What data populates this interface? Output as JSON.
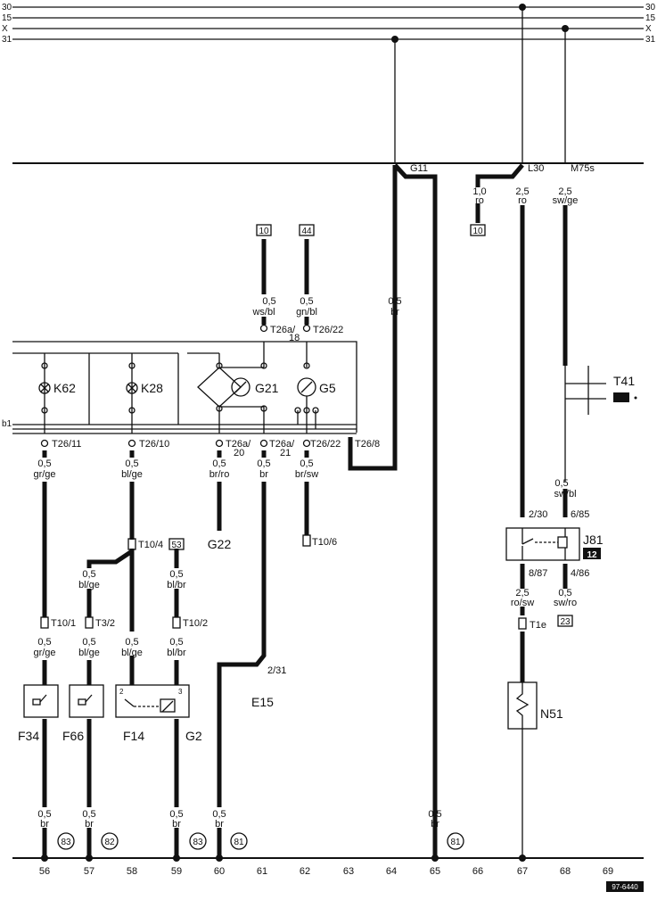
{
  "rails": {
    "r30": "30",
    "r15": "15",
    "rx": "X",
    "r31": "31"
  },
  "top_labels": {
    "g11": "G11",
    "l30": "L30",
    "m75s": "M75s"
  },
  "wire_labels": {
    "w1_0ro_size": "1,0",
    "w1_0ro_color": "ro",
    "w2_5ro_size": "2,5",
    "w2_5ro_color": "ro",
    "w2_5swge_size": "2,5",
    "w2_5swge_color": "sw/ge",
    "w05br_top_size": "0,5",
    "w05br_top_color": "br",
    "w05wsbl_size": "0,5",
    "w05wsbl_color": "ws/bl",
    "w05gnbl_size": "0,5",
    "w05gnbl_color": "gn/bl",
    "w05grge_size": "0,5",
    "w05grge_color": "gr/ge",
    "w05blge_size": "0,5",
    "w05blge_color": "bl/ge",
    "w05brro_size": "0,5",
    "w05brro_color": "br/ro",
    "w05br_g21_size": "0,5",
    "w05br_g21_color": "br",
    "w05brsw_size": "0,5",
    "w05brsw_color": "br/sw",
    "w05blge_b_size": "0,5",
    "w05blge_b_color": "bl/ge",
    "w05blbr_size": "0,5",
    "w05blbr_color": "bl/br",
    "w05grge2_size": "0,5",
    "w05grge2_color": "gr/ge",
    "w05blge2_size": "0,5",
    "w05blge2_color": "bl/ge",
    "w05blge3_size": "0,5",
    "w05blge3_color": "bl/ge",
    "w05blbr2_size": "0,5",
    "w05blbr2_color": "bl/br",
    "w05swbl_size": "0,5",
    "w05swbl_color": "sw/bl",
    "w25rosw_size": "2,5",
    "w25rosw_color": "ro/sw",
    "w05swro_size": "0,5",
    "w05swro_color": "sw/ro",
    "wb56_size": "0,5",
    "wb56_color": "br",
    "wb57_size": "0,5",
    "wb57_color": "br",
    "wb59_size": "0,5",
    "wb59_color": "br",
    "wb60_size": "0,5",
    "wb60_color": "br",
    "wb65_size": "0,5",
    "wb65_color": "br"
  },
  "boxes": {
    "b10a": "10",
    "b10b": "10",
    "b44": "44",
    "b53": "53",
    "b23": "23",
    "b12": "12"
  },
  "connectors": {
    "t26a18_a": "T26a/",
    "t26a18_b": "18",
    "t26_22_top": "T26/22",
    "t26_11": "T26/11",
    "t26_10": "T26/10",
    "t26a20_a": "T26a/",
    "t26a20_b": "20",
    "t26a21_a": "T26a/",
    "t26a21_b": "21",
    "t26_22_bot": "T26/22",
    "t26_8": "T26/8",
    "t10_4": "T10/4",
    "t10_6": "T10/6",
    "t10_1": "T10/1",
    "t3_2": "T3/2",
    "t10_2": "T10/2",
    "t1e": "T1e",
    "p2_31": "2/31",
    "p2_30": "2/30",
    "p6_85": "6/85",
    "p8_87": "8/87",
    "p4_86": "4/86",
    "b1": "b1"
  },
  "components": {
    "k62": "K62",
    "k28": "K28",
    "g21": "G21",
    "g5": "G5",
    "g22": "G22",
    "t41": "T41",
    "j81": "J81",
    "e15": "E15",
    "n51": "N51",
    "f34": "F34",
    "f66": "F66",
    "f14": "F14",
    "g2": "G2"
  },
  "ground_points": {
    "g56": "83",
    "g57": "82",
    "g59": "83",
    "g60": "81",
    "g65": "81"
  },
  "bottom_numbers": [
    "56",
    "57",
    "58",
    "59",
    "60",
    "61",
    "62",
    "63",
    "64",
    "65",
    "66",
    "67",
    "68",
    "69"
  ],
  "diagram_code": "97-6440"
}
